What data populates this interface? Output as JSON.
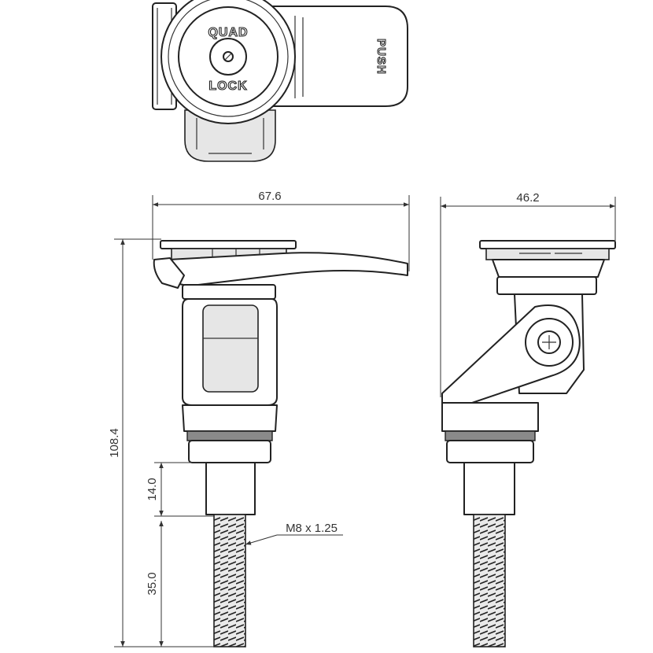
{
  "logo": {
    "line1": "QUAD",
    "line2": "LOCK"
  },
  "lever_label": "PUSH",
  "dimensions": {
    "width_front": "67.6",
    "width_side": "46.2",
    "total_height": "108.4",
    "shank_height": "14.0",
    "thread_length": "35.0",
    "thread_spec": "M8 x 1.25"
  }
}
